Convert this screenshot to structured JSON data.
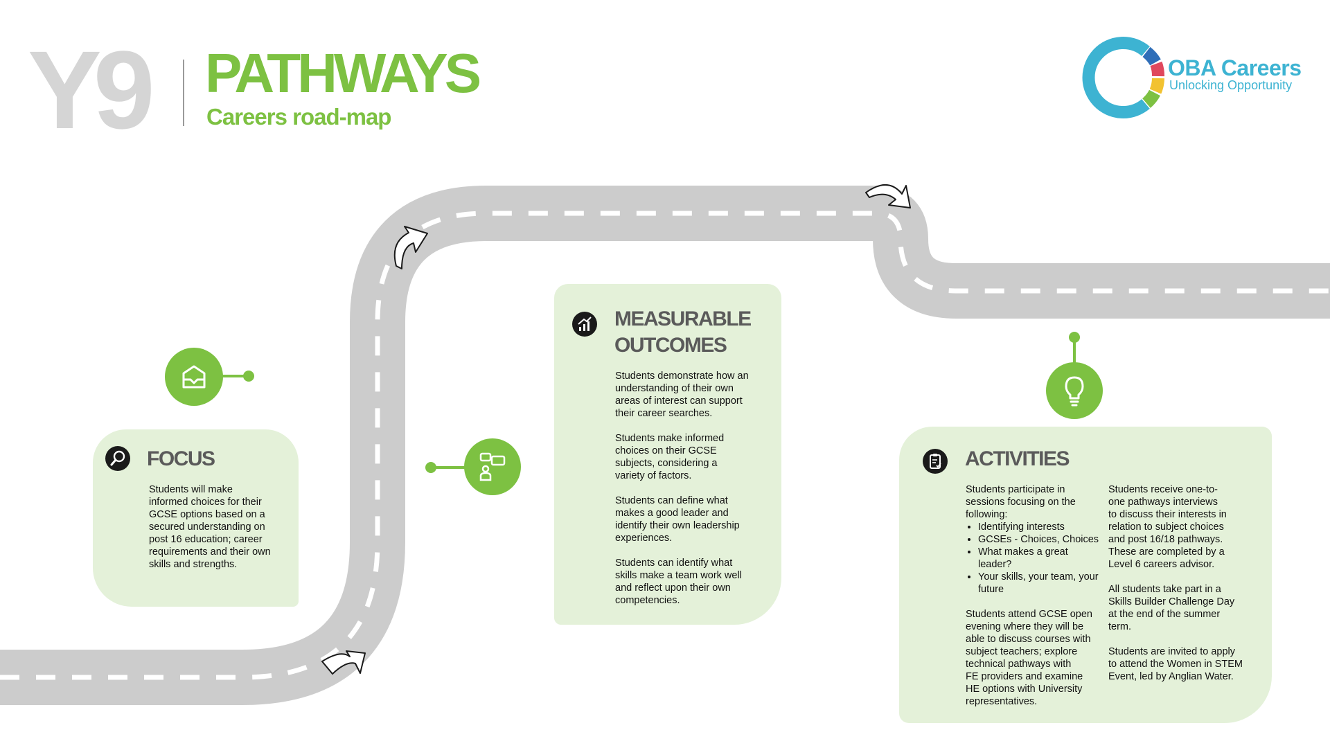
{
  "header": {
    "year": "Y9",
    "title": "PATHWAYS",
    "subtitle": "Careers road-map"
  },
  "logo": {
    "name": "OBA Careers",
    "tagline": "Unlocking Opportunity",
    "colors": [
      "#3db3d2",
      "#2f6eb8",
      "#e0485d",
      "#f2c230",
      "#7dc142"
    ]
  },
  "colors": {
    "accent": "#7dc142",
    "card_background": "#e4f1d9",
    "road": "#cccccc",
    "heading": "#5a5a5a"
  },
  "focus": {
    "title": "FOCUS",
    "icon": "magnifier-icon",
    "text": "Students will make\ninformed choices for their\nGCSE options based on a\nsecured understanding on\npost 16 education; career\nrequirements and their own\nskills and strengths."
  },
  "outcomes": {
    "title_line1": "MEASURABLE",
    "title_line2": "OUTCOMES",
    "icon": "growth-chart-icon",
    "p1": "Students demonstrate how an\nunderstanding of their own\nareas of interest can support\ntheir career searches.",
    "p2": "Students make informed\nchoices on their GCSE\nsubjects, considering a\nvariety of factors.",
    "p3": "Students can define what\nmakes a good leader and\nidentify their own leadership\nexperiences.",
    "p4": "Students can identify what\nskills make a team work well\nand reflect upon their own\ncompetencies."
  },
  "activities": {
    "title": "ACTIVITIES",
    "icon": "clipboard-check-icon",
    "intro": "Students participate in\nsessions focusing on the\nfollowing:",
    "bullets": [
      "Identifying interests",
      "GCSEs - Choices, Choices",
      "What makes a great leader?",
      "Your skills, your team, your future"
    ],
    "open_evening": "Students attend GCSE open\nevening where they will be\nable to discuss courses with\nsubject teachers; explore\ntechnical pathways with\nFE providers and examine\nHE options with University\nrepresentatives.",
    "interviews": "Students receive one-to-\none pathways interviews\nto discuss their interests in\nrelation to subject choices\nand post 16/18 pathways.\nThese are completed by a\nLevel 6 careers advisor.",
    "challenge": "All students take part in a\nSkills Builder Challenge Day\nat the end of the summer\nterm.",
    "stem": "Students are invited to apply\nto attend the Women in STEM\nEvent, led by Anglian Water."
  },
  "milestone_icons": [
    "envelope-icon",
    "presentation-person-icon",
    "lightbulb-icon"
  ]
}
